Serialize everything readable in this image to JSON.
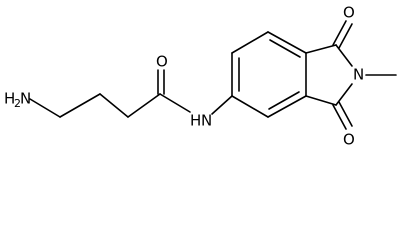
{
  "molecule": {
    "atoms": {
      "amine_h": "H",
      "amine_h_count": "2",
      "amine_n": "N",
      "amide_n": "N",
      "amide_h": "H",
      "amide_o": "O",
      "imide_o_top": "O",
      "imide_o_bottom": "O",
      "imide_n": "N"
    }
  }
}
